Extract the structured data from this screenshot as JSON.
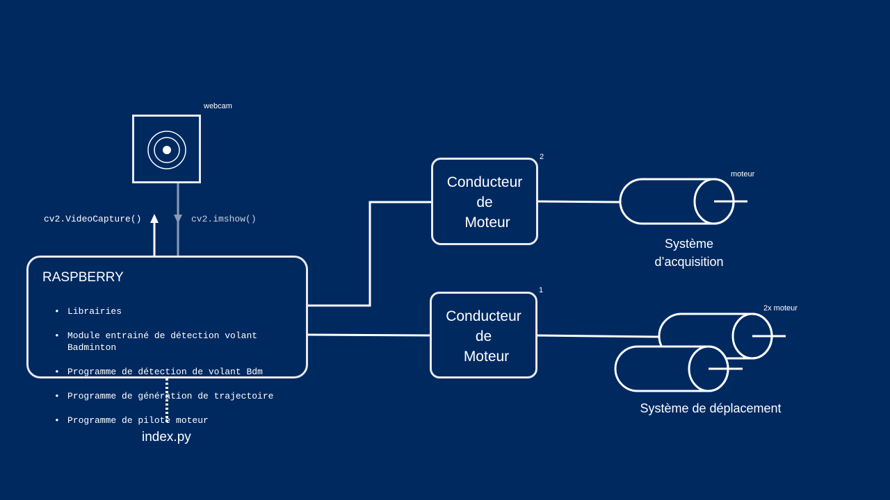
{
  "webcam": {
    "label": "webcam",
    "icon": "webcam-icon"
  },
  "calls": {
    "capture": "cv2.VideoCapture()",
    "show": "cv2.imshow()"
  },
  "raspberry": {
    "title": "RASPBERRY",
    "items": [
      "Librairies",
      "Module entrainé de détection volant\nBadminton",
      "Programme de détection de volant Bdm",
      "Programme de génération de trajectoire",
      "Programme de pilote moteur"
    ]
  },
  "file": "index.py",
  "drivers": [
    {
      "number": "2",
      "lines": [
        "Conducteur",
        "de",
        "Moteur"
      ]
    },
    {
      "number": "1",
      "lines": [
        "Conducteur",
        "de",
        "Moteur"
      ]
    }
  ],
  "systems": [
    {
      "motor_label": "moteur",
      "name_lines": [
        "Système",
        "d’acquisition"
      ]
    },
    {
      "motor_label": "2x moteur",
      "name_lines": [
        "Système de déplacement"
      ]
    }
  ],
  "colors": {
    "background": "#002960",
    "stroke": "#ffffff",
    "faded": "#8b9bb5"
  }
}
